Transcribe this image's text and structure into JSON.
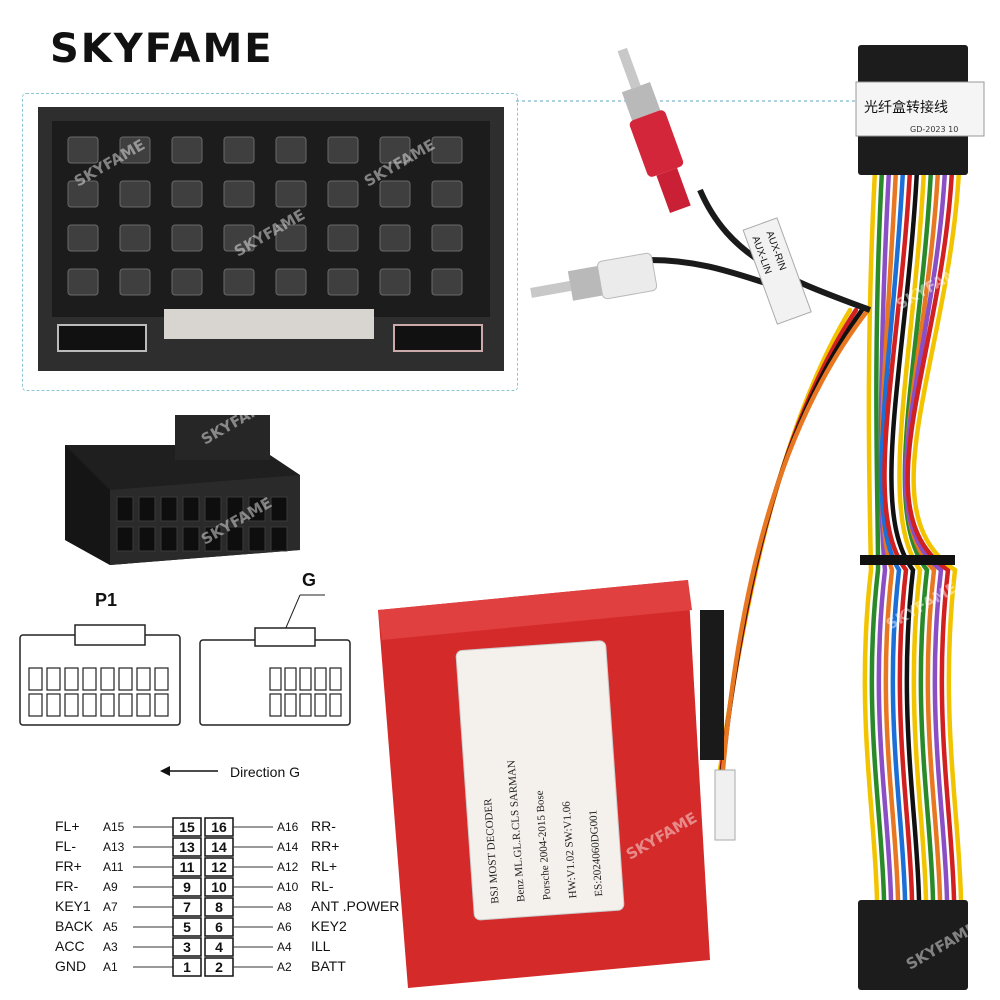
{
  "brand": "SKYFAME",
  "watermark": "SKYFAME",
  "colors": {
    "decoder_red": "#d42a2a",
    "connector_black": "#222222",
    "frame_dashed": "#8fc6d6"
  },
  "connector_views": {
    "p1_label": "P1",
    "g_label": "G",
    "direction_label": "Direction G"
  },
  "wire_tag": {
    "line1": "光纤盒转接线",
    "line2": "GD-2023 10"
  },
  "rca_tag": {
    "line1": "AUX-RIN",
    "line2": "AUX-LIN"
  },
  "decoder_label": [
    "BSJ MOST DECODER",
    "Benz ML.GL.R.CLS SARMAN",
    "Porsche 2004-2015 Bose",
    "HW:V1.02     SW:V1.06",
    "ES:2024060DG001"
  ],
  "pinout": {
    "left": [
      {
        "signal": "FL+",
        "pin": "A15",
        "num": "15"
      },
      {
        "signal": "FL-",
        "pin": "A13",
        "num": "13"
      },
      {
        "signal": "FR+",
        "pin": "A11",
        "num": "11"
      },
      {
        "signal": "FR-",
        "pin": "A9",
        "num": "9"
      },
      {
        "signal": "KEY1",
        "pin": "A7",
        "num": "7"
      },
      {
        "signal": "BACK",
        "pin": "A5",
        "num": "5"
      },
      {
        "signal": "ACC",
        "pin": "A3",
        "num": "3"
      },
      {
        "signal": "GND",
        "pin": "A1",
        "num": "1"
      }
    ],
    "right": [
      {
        "num": "16",
        "pin": "A16",
        "signal": "RR-"
      },
      {
        "num": "14",
        "pin": "A14",
        "signal": "RR+"
      },
      {
        "num": "12",
        "pin": "A12",
        "signal": "RL+"
      },
      {
        "num": "10",
        "pin": "A10",
        "signal": "RL-"
      },
      {
        "num": "8",
        "pin": "A8",
        "signal": "ANT .POWER"
      },
      {
        "num": "6",
        "pin": "A6",
        "signal": "KEY2"
      },
      {
        "num": "4",
        "pin": "A4",
        "signal": "ILL"
      },
      {
        "num": "2",
        "pin": "A2",
        "signal": "BATT"
      }
    ]
  }
}
